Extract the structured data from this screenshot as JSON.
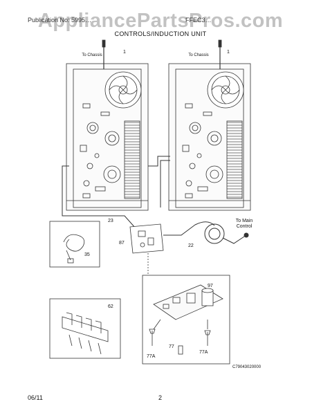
{
  "watermark": "AppliancePartsPros.com",
  "header": {
    "publication": "Publication No: 5995…",
    "model_ref": "FFEC3…"
  },
  "title": "CONTROLS/INDUCTION UNIT",
  "labels": {
    "to_chassis_left": "To Chassis",
    "to_chassis_right": "To Chassis",
    "to_main_control": "To Main Control",
    "c_code": "C79043020000"
  },
  "parts": {
    "p1_left": "1",
    "p1_right": "1",
    "p22": "22",
    "p23": "23",
    "p35": "35",
    "p62": "62",
    "p77": "77",
    "p77a_left": "77A",
    "p77a_right": "77A",
    "p87": "87",
    "p97": "97"
  },
  "footer": {
    "date": "06/11",
    "page": "2"
  }
}
